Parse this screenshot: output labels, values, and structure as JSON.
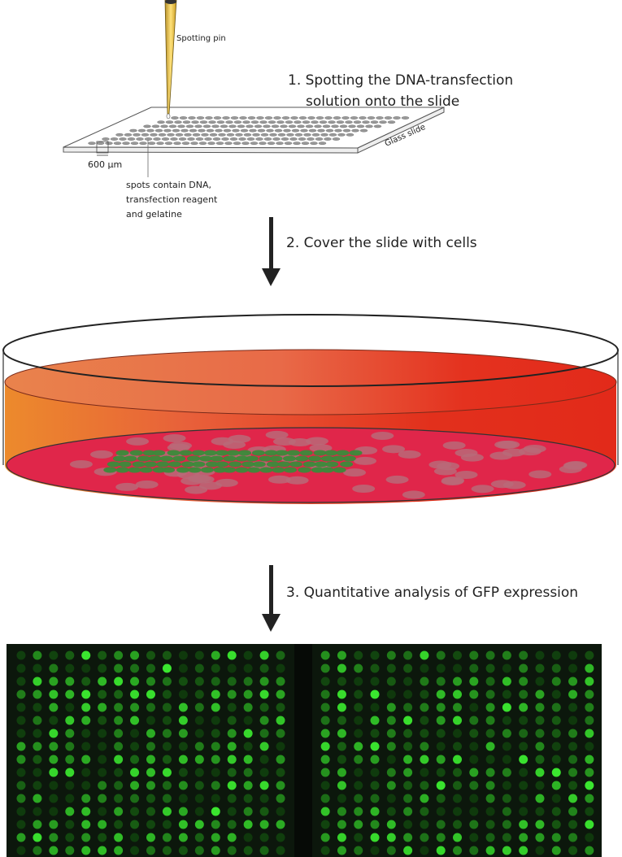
{
  "step1": {
    "line1": "1. Spotting the DNA-transfection",
    "line2": "solution onto the slide"
  },
  "step2": {
    "text": "2. Cover the  slide with cells"
  },
  "step3": {
    "text": "3. Quantitative analysis of GFP expression"
  },
  "labels": {
    "pin": "Spotting pin",
    "glass": "Glass slide",
    "spacing": "600 µm",
    "spots_line1": "spots contain DNA,",
    "spots_line2": "transfection reagent",
    "spots_line3": "and gelatine"
  },
  "colors": {
    "medium_light": "#e8744e",
    "medium_dark": "#e3241c",
    "dish_bottom": "#e0264a",
    "gfp": "#3fd13a",
    "array_bg": "#0c1a0c"
  }
}
